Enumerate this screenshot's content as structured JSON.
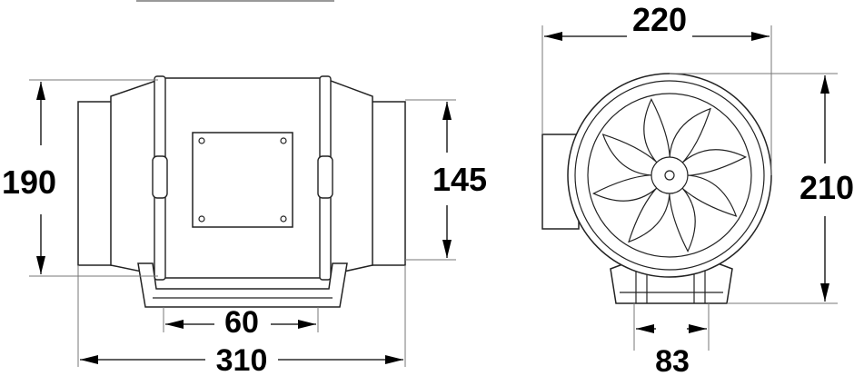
{
  "dimensions": {
    "side_height": "190",
    "duct_diameter": "145",
    "bracket_width": "60",
    "total_length": "310",
    "front_width": "220",
    "front_height": "210",
    "foot_width": "83"
  },
  "colors": {
    "line": "#222222",
    "text": "#000000",
    "extension": "#777777"
  },
  "views": [
    "side-view",
    "front-view"
  ]
}
